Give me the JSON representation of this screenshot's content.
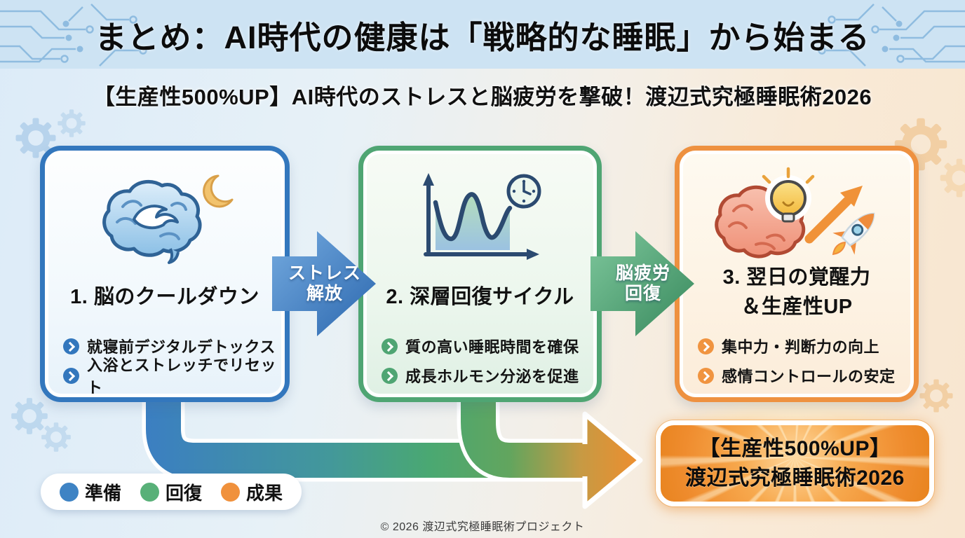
{
  "header": {
    "title": "まとめ：AI時代の健康は「戦略的な睡眠」から始まる",
    "background_color": "#cde3f3",
    "circuit_color": "#8fbce0"
  },
  "subtitle": "【生産性500%UP】AI時代のストレスと脳疲労を撃破！渡辺式究極睡眠術2026",
  "steps": [
    {
      "id": "brain-cooldown",
      "title_lines": [
        "1. 脳のクールダウン"
      ],
      "bullets": [
        "就寝前デジタルデトックス",
        "入浴とストレッチでリセット"
      ],
      "accent": "#3377bd",
      "icon": "brain-moon-icon"
    },
    {
      "id": "deep-recovery-cycle",
      "title_lines": [
        "2. 深層回復サイクル"
      ],
      "bullets": [
        "質の高い睡眠時間を確保",
        "成長ホルモン分泌を促進"
      ],
      "accent": "#4fa573",
      "icon": "sleep-cycle-chart-icon"
    },
    {
      "id": "next-day-performance",
      "title_lines": [
        "3. 翌日の覚醒力",
        "＆生産性UP"
      ],
      "bullets": [
        "集中力・判断力の向上",
        "感情コントロールの安定"
      ],
      "accent": "#ee9140",
      "icon": "brain-lightbulb-rocket-icon"
    }
  ],
  "connectors": [
    {
      "id": "stress-release",
      "lines": [
        "ストレス",
        "解放"
      ],
      "color": "#3b78c2"
    },
    {
      "id": "brain-fatigue-recovery",
      "lines": [
        "脳疲労",
        "回復"
      ],
      "color": "#45996b"
    }
  ],
  "flow_pipe_colors": {
    "start": "#3b7ec3",
    "middle": "#4aa872",
    "end": "#ee8e2e"
  },
  "result_box": {
    "lines": [
      "【生産性500%UP】",
      "渡辺式究極睡眠術2026"
    ],
    "fill": "#ef8c2e",
    "border": "#ffffff"
  },
  "legend": {
    "items": [
      {
        "label": "準備",
        "color": "#3e83c4"
      },
      {
        "label": "回復",
        "color": "#58b078"
      },
      {
        "label": "成果",
        "color": "#f0913c"
      }
    ]
  },
  "footer": {
    "copyright": "© 2026 渡辺式究極睡眠術プロジェクト"
  }
}
